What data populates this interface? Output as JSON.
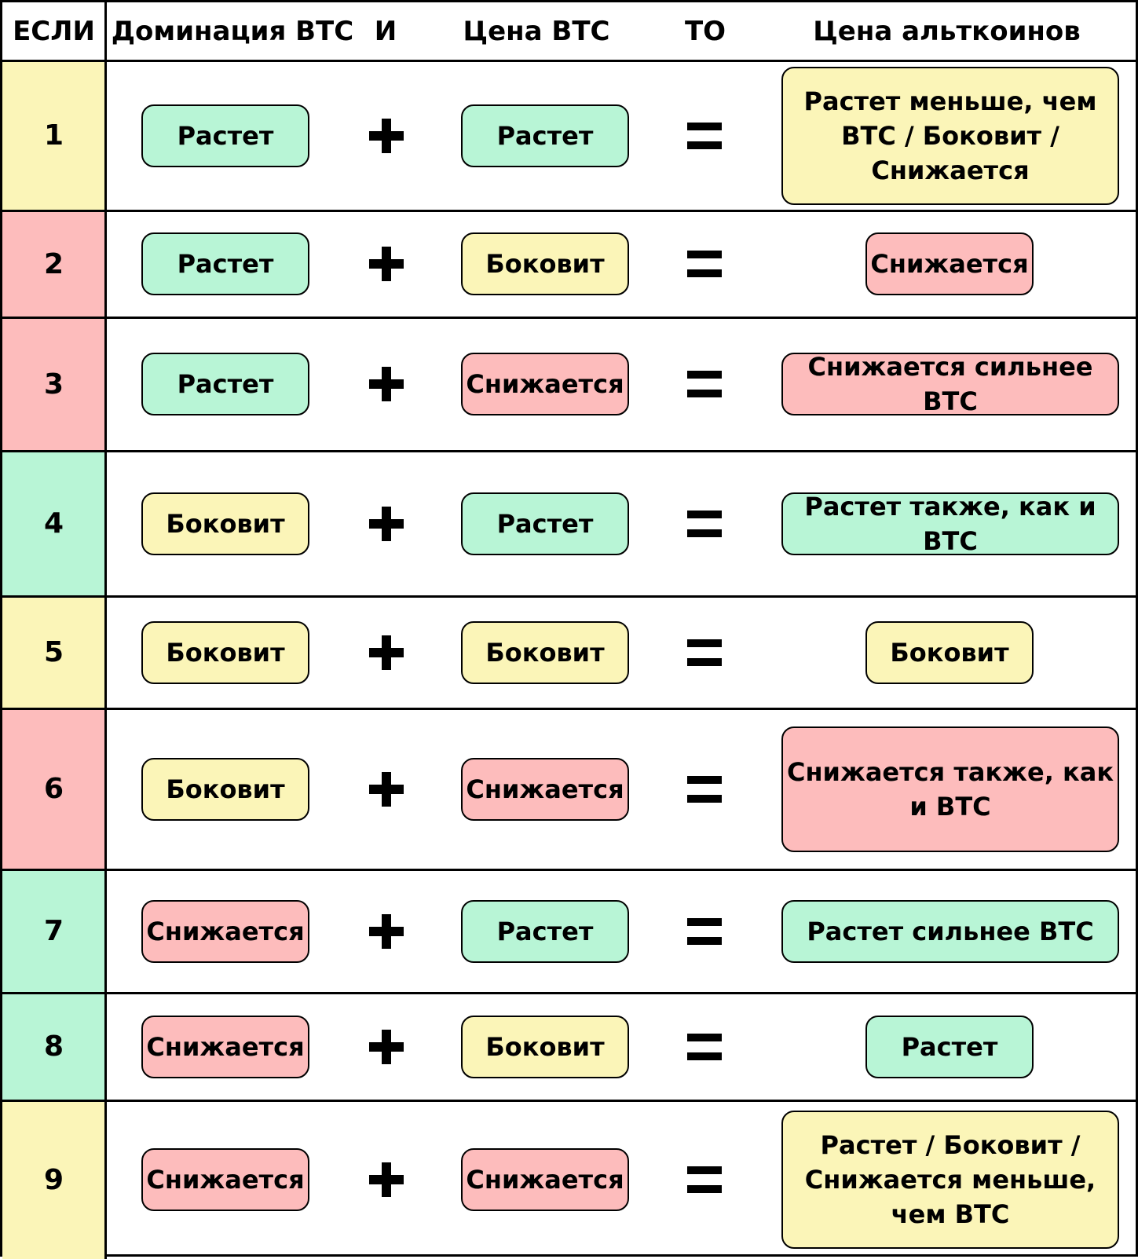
{
  "colors": {
    "grows": "#b8f5d6",
    "sideways": "#fbf5b8",
    "falls": "#fdbcbc"
  },
  "header": {
    "if": "ЕСЛИ",
    "dominance": "Доминация BTC",
    "and": "И",
    "btc_price": "Цена BTC",
    "then": "ТО",
    "alt_price": "Цена альткоинов"
  },
  "rows": [
    {
      "num": "1",
      "row_color": "sideways",
      "dominance": "Растет",
      "dominance_color": "grows",
      "btc": "Растет",
      "btc_color": "grows",
      "plus_icon": "plus-icon",
      "equals_icon": "equals-icon",
      "result": "Растет меньше, чем BTC / Боковит / Снижается",
      "result_color": "sideways"
    },
    {
      "num": "2",
      "row_color": "falls",
      "dominance": "Растет",
      "dominance_color": "grows",
      "btc": "Боковит",
      "btc_color": "sideways",
      "plus_icon": "plus-icon",
      "equals_icon": "equals-icon",
      "result": "Снижается",
      "result_color": "falls"
    },
    {
      "num": "3",
      "row_color": "falls",
      "dominance": "Растет",
      "dominance_color": "grows",
      "btc": "Снижается",
      "btc_color": "falls",
      "plus_icon": "plus-icon",
      "equals_icon": "equals-icon",
      "result": "Снижается сильнее BTC",
      "result_color": "falls"
    },
    {
      "num": "4",
      "row_color": "grows",
      "dominance": "Боковит",
      "dominance_color": "sideways",
      "btc": "Растет",
      "btc_color": "grows",
      "plus_icon": "plus-icon",
      "equals_icon": "equals-icon",
      "result": "Растет также, как и BTC",
      "result_color": "grows"
    },
    {
      "num": "5",
      "row_color": "sideways",
      "dominance": "Боковит",
      "dominance_color": "sideways",
      "btc": "Боковит",
      "btc_color": "sideways",
      "plus_icon": "plus-icon",
      "equals_icon": "equals-icon",
      "result": "Боковит",
      "result_color": "sideways"
    },
    {
      "num": "6",
      "row_color": "falls",
      "dominance": "Боковит",
      "dominance_color": "sideways",
      "btc": "Снижается",
      "btc_color": "falls",
      "plus_icon": "plus-icon",
      "equals_icon": "equals-icon",
      "result": "Снижается также, как и BTC",
      "result_color": "falls"
    },
    {
      "num": "7",
      "row_color": "grows",
      "dominance": "Снижается",
      "dominance_color": "falls",
      "btc": "Растет",
      "btc_color": "grows",
      "plus_icon": "plus-icon",
      "equals_icon": "equals-icon",
      "result": "Растет сильнее BTC",
      "result_color": "grows"
    },
    {
      "num": "8",
      "row_color": "grows",
      "dominance": "Снижается",
      "dominance_color": "falls",
      "btc": "Боковит",
      "btc_color": "sideways",
      "plus_icon": "plus-icon",
      "equals_icon": "equals-icon",
      "result": "Растет",
      "result_color": "grows"
    },
    {
      "num": "9",
      "row_color": "sideways",
      "dominance": "Снижается",
      "dominance_color": "falls",
      "btc": "Снижается",
      "btc_color": "falls",
      "plus_icon": "plus-icon",
      "equals_icon": "equals-icon",
      "result": "Растет / Боковит / Снижается меньше, чем BTC",
      "result_color": "sideways"
    }
  ]
}
